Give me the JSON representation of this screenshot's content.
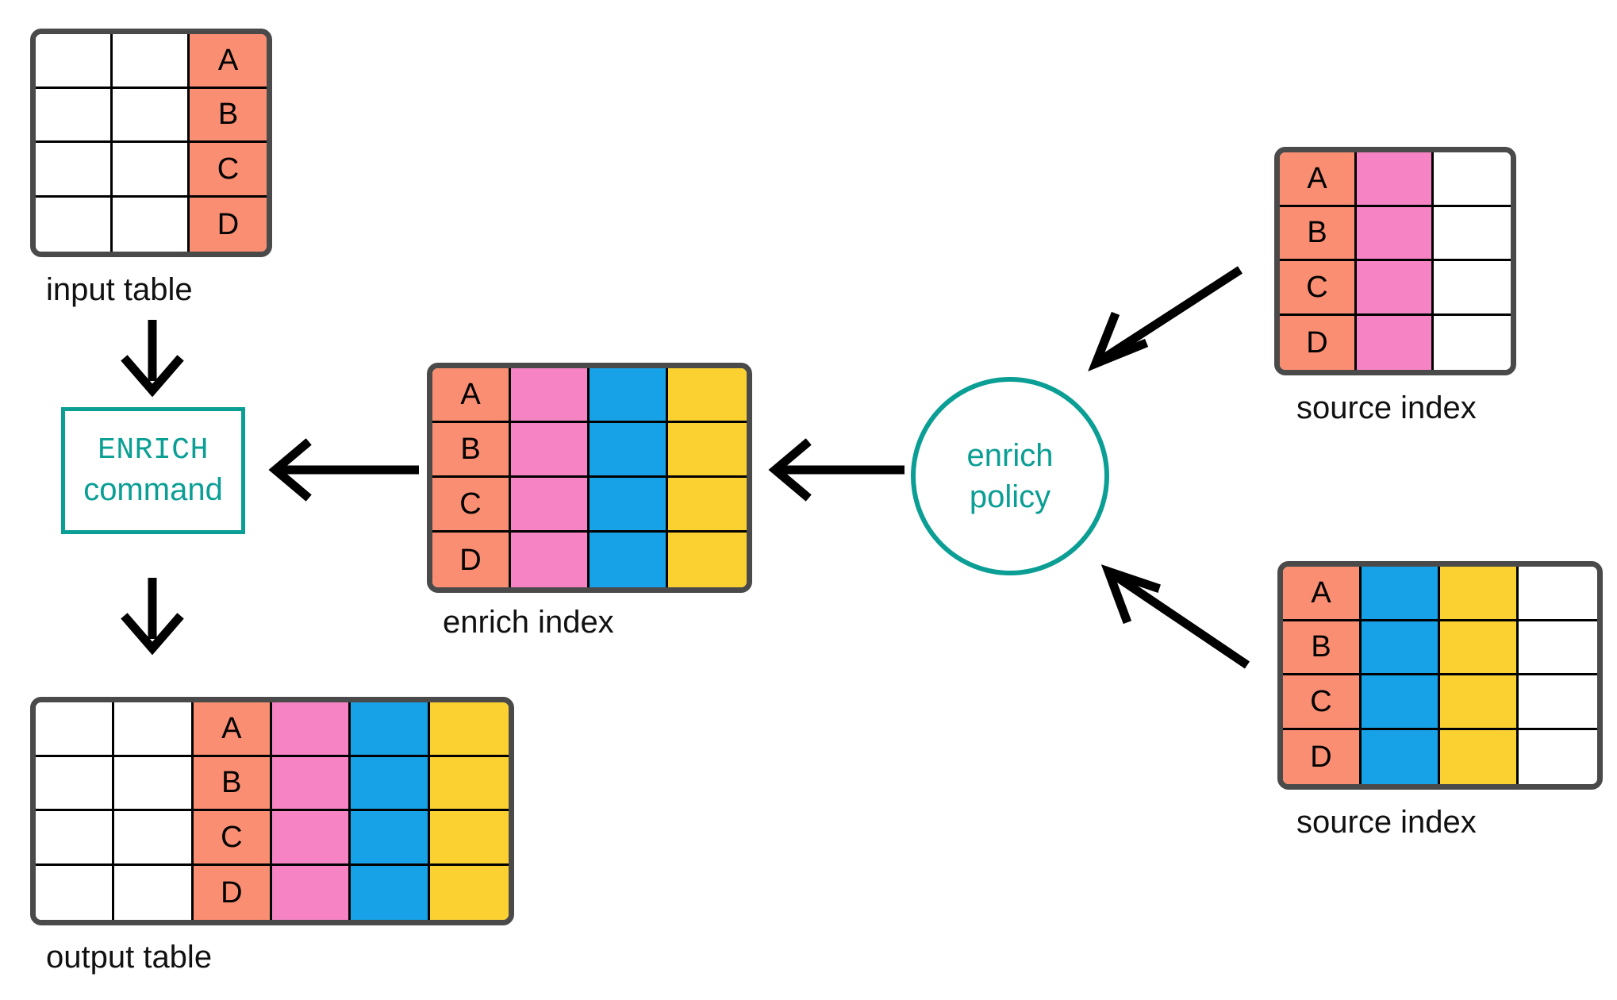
{
  "palette": {
    "salmon": "#FA8E72",
    "pink": "#F684C4",
    "blue": "#17A2E8",
    "yellow": "#FBD githubD32",
    "white": "#FFFFFF",
    "teal": "#0A9E94",
    "frame": "#4A4A4A",
    "gridline": "#000000",
    "arrow": "#000000",
    "background": "#FFFFFF"
  },
  "colors": {
    "salmon": "#FA8E72",
    "pink": "#F684C4",
    "blue": "#17A2E8",
    "yellow": "#FBD132",
    "white": "#FFFFFF",
    "teal": "#0A9E94",
    "frame": "#4A4A4A"
  },
  "keys": [
    "A",
    "B",
    "C",
    "D"
  ],
  "input_table": {
    "caption": "input table",
    "columns": [
      {
        "name": "blank-col-1",
        "fill": "white",
        "keyed": false
      },
      {
        "name": "blank-col-2",
        "fill": "white",
        "keyed": false
      },
      {
        "name": "match-key-col",
        "fill": "salmon",
        "keyed": true
      }
    ],
    "rows": [
      [
        "",
        "",
        "A"
      ],
      [
        "",
        "",
        "B"
      ],
      [
        "",
        "",
        "C"
      ],
      [
        "",
        "",
        "D"
      ]
    ]
  },
  "enrich_command": {
    "keyword": "ENRICH",
    "word": "command"
  },
  "enrich_policy": {
    "line1": "enrich",
    "line2": "policy"
  },
  "enrich_index": {
    "caption": "enrich index",
    "columns": [
      {
        "name": "match-key-col",
        "fill": "salmon",
        "keyed": true
      },
      {
        "name": "pink-field-col",
        "fill": "pink",
        "keyed": false
      },
      {
        "name": "blue-field-col",
        "fill": "blue",
        "keyed": false
      },
      {
        "name": "yellow-field-col",
        "fill": "yellow",
        "keyed": false
      }
    ],
    "rows": [
      [
        "A",
        "",
        "",
        ""
      ],
      [
        "B",
        "",
        "",
        ""
      ],
      [
        "C",
        "",
        "",
        ""
      ],
      [
        "D",
        "",
        "",
        ""
      ]
    ]
  },
  "source_index_top": {
    "caption": "source index",
    "columns": [
      {
        "name": "match-key-col",
        "fill": "salmon",
        "keyed": true
      },
      {
        "name": "pink-field-col",
        "fill": "pink",
        "keyed": false
      },
      {
        "name": "blank-col",
        "fill": "white",
        "keyed": false
      }
    ],
    "rows": [
      [
        "A",
        "",
        ""
      ],
      [
        "B",
        "",
        ""
      ],
      [
        "C",
        "",
        ""
      ],
      [
        "D",
        "",
        ""
      ]
    ]
  },
  "source_index_bottom": {
    "caption": "source index",
    "columns": [
      {
        "name": "match-key-col",
        "fill": "salmon",
        "keyed": true
      },
      {
        "name": "blue-field-col",
        "fill": "blue",
        "keyed": false
      },
      {
        "name": "yellow-field-col",
        "fill": "yellow",
        "keyed": false
      },
      {
        "name": "blank-col",
        "fill": "white",
        "keyed": false
      }
    ],
    "rows": [
      [
        "A",
        "",
        "",
        ""
      ],
      [
        "B",
        "",
        "",
        ""
      ],
      [
        "C",
        "",
        "",
        ""
      ],
      [
        "D",
        "",
        "",
        ""
      ]
    ]
  },
  "output_table": {
    "caption": "output table",
    "columns": [
      {
        "name": "blank-col-1",
        "fill": "white",
        "keyed": false
      },
      {
        "name": "blank-col-2",
        "fill": "white",
        "keyed": false
      },
      {
        "name": "match-key-col",
        "fill": "salmon",
        "keyed": true
      },
      {
        "name": "pink-field-col",
        "fill": "pink",
        "keyed": false
      },
      {
        "name": "blue-field-col",
        "fill": "blue",
        "keyed": false
      },
      {
        "name": "yellow-field-col",
        "fill": "yellow",
        "keyed": false
      }
    ],
    "rows": [
      [
        "",
        "",
        "A",
        "",
        "",
        ""
      ],
      [
        "",
        "",
        "B",
        "",
        "",
        ""
      ],
      [
        "",
        "",
        "C",
        "",
        "",
        ""
      ],
      [
        "",
        "",
        "D",
        "",
        "",
        ""
      ]
    ]
  },
  "arrows": [
    {
      "name": "input-to-command-arrow",
      "direction": "down"
    },
    {
      "name": "command-to-output-arrow",
      "direction": "down"
    },
    {
      "name": "enrich-index-to-command-arrow",
      "direction": "left"
    },
    {
      "name": "policy-to-enrich-index-arrow",
      "direction": "left"
    },
    {
      "name": "source-index-top-to-policy-arrow",
      "direction": "down-left"
    },
    {
      "name": "source-index-bottom-to-policy-arrow",
      "direction": "up-left"
    }
  ]
}
